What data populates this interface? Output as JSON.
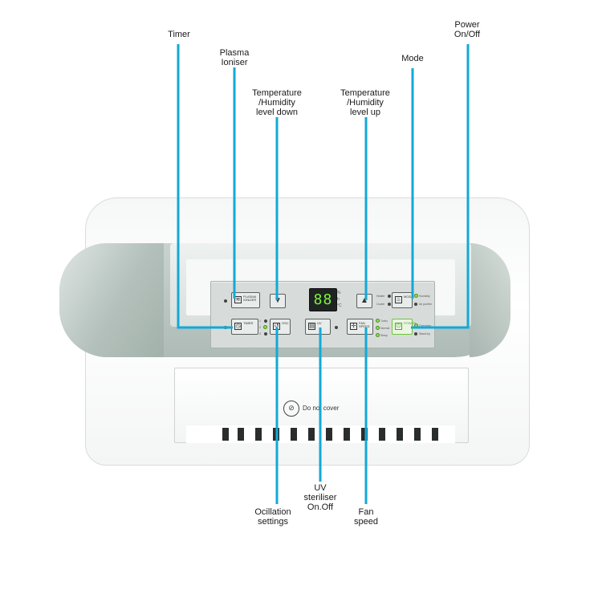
{
  "callouts": {
    "timer": "Timer",
    "plasma_ioniser": "Plasma\nIoniser",
    "temp_down": "Temperature\n/Humidity\nlevel down",
    "temp_up": "Temperature\n/Humidity\nlevel up",
    "mode": "Mode",
    "power": "Power\nOn/Off",
    "oscillation": "Ocillation\nsettings",
    "uv": "UV\nsteriliser\nOn.Off",
    "fan": "Fan\nspeed"
  },
  "panel": {
    "display": "88",
    "unit_percent": "%",
    "unit_hour": "h",
    "unit_celsius": "°C",
    "plasma_label": "PLASMA\nIONIZER",
    "timer_label": "TIMER",
    "osc_label": "OSC",
    "uv_label": "UV",
    "fan_label": "FAN\nSPEED",
    "mode_label": "MODE",
    "power_label": "POWER",
    "heater_text": "Heater",
    "cooler_text": "Cooler",
    "humidity_text": "Humidity",
    "air_purifier_text": "Air purifier",
    "turbo_text": "Turbo",
    "normal_text": "Normal",
    "sleep_text": "Sleep",
    "operation_text": "Operation",
    "stand_by_text": "Stand-by",
    "down_glyph": "▼",
    "up_glyph": "▲",
    "osc_1": "1",
    "osc_2": "2",
    "osc_3": "3"
  },
  "warning": {
    "text": "Do not cover"
  },
  "colors": {
    "callout_line": "#12a9d6",
    "band": "#b3c0bb",
    "display_text": "#7cf23e",
    "led": "#8fe04a"
  },
  "icons": [
    "plasma-icon",
    "timer-icon",
    "oscillation-icon",
    "uv-icon",
    "fan-icon",
    "mode-icon",
    "power-icon",
    "arrow-down-icon",
    "arrow-up-icon",
    "do-not-cover-icon"
  ]
}
